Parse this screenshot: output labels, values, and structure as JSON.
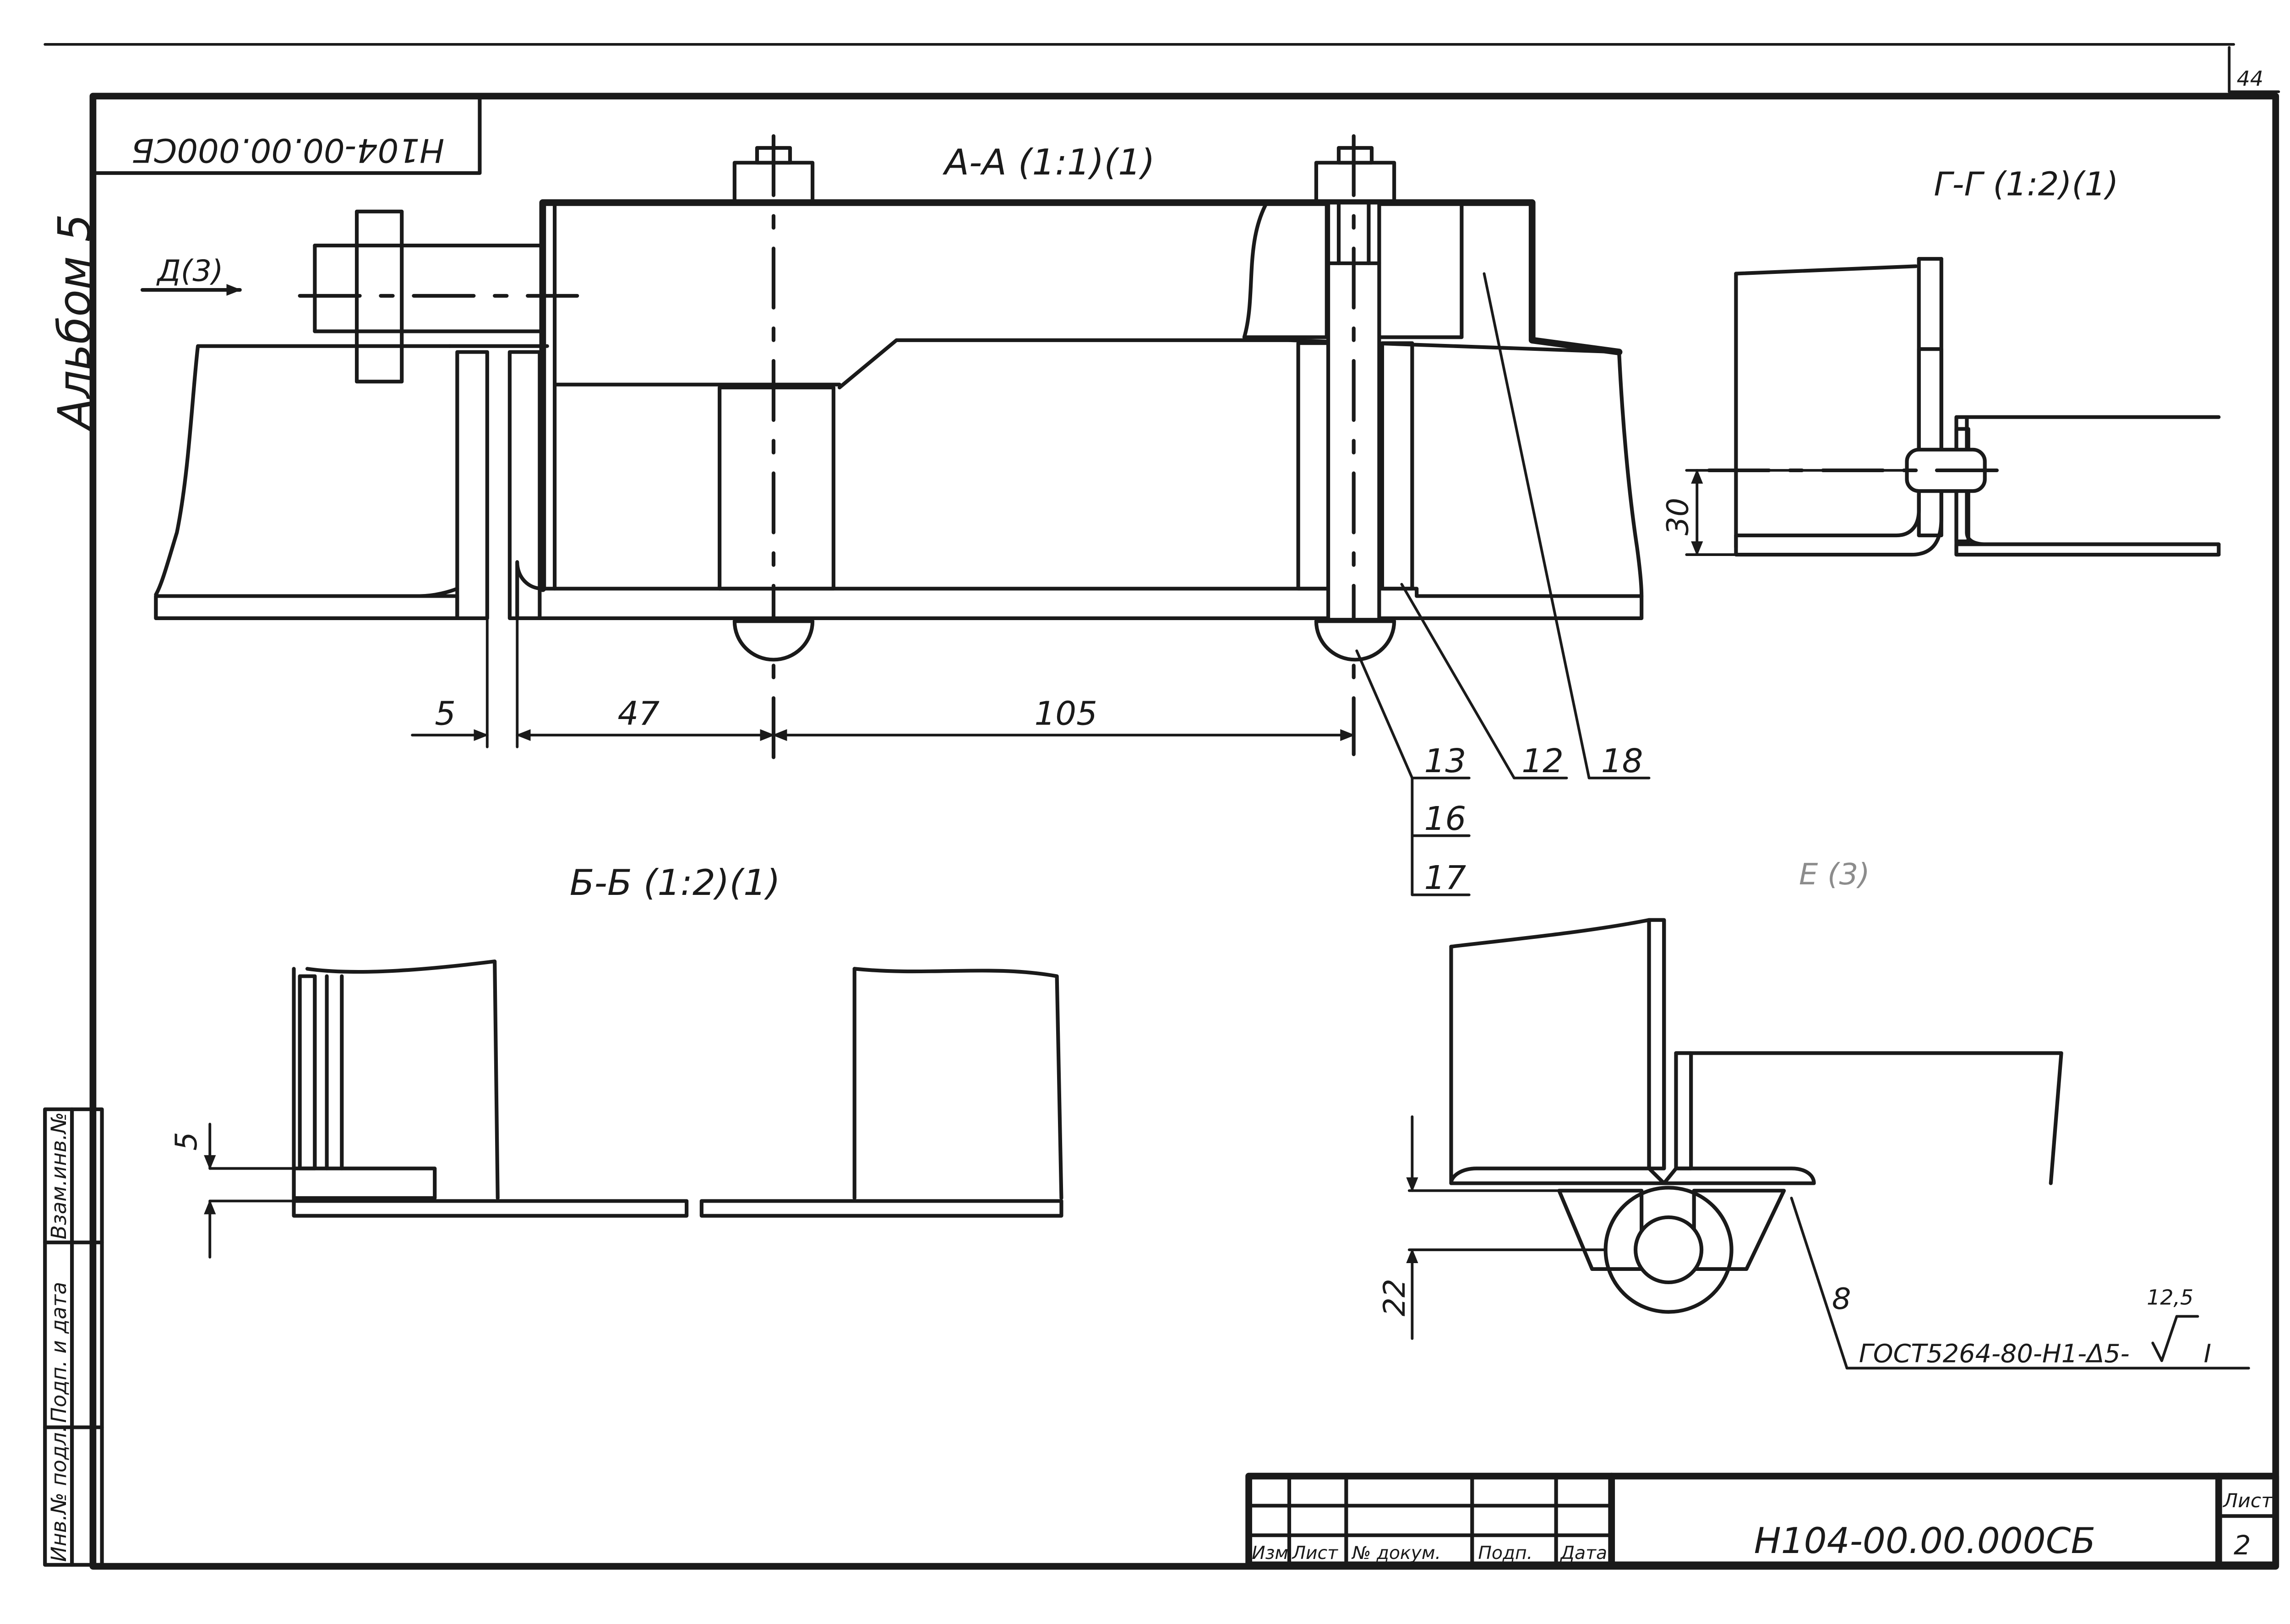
{
  "page_number": "44",
  "album_label": "Альбом 5",
  "stamp_rotated": "Н104-00.00.000СБ",
  "views": {
    "aa": "А-А (1:1)(1)",
    "gg": "Г-Г (1:2)(1)",
    "bb": "Б-Б (1:2)(1)",
    "ee": "Е (3)",
    "d_arrow": "Д(3)"
  },
  "dimensions": {
    "d5": "5",
    "d47": "47",
    "d105": "105",
    "d30": "30",
    "bb5": "5",
    "d22": "22"
  },
  "callouts": [
    "13",
    "12",
    "18",
    "16",
    "17"
  ],
  "weld": {
    "leg": "8",
    "spec": "ГОСТ5264-80-Н1-Δ5-",
    "roughness": "12,5",
    "mark": "Ⅰ"
  },
  "left_strip": {
    "inv_podl": "Инв.№ подл.",
    "podp_data": "Подп. и дата",
    "vzam_inv": "Взам.инв.№"
  },
  "title_block": {
    "headers": [
      "Изм",
      "Лист",
      "№ докум.",
      "Подп.",
      "Дата"
    ],
    "designation": "Н104-00.00.000СБ",
    "sheet_label": "Лист",
    "sheet_number": "2"
  }
}
